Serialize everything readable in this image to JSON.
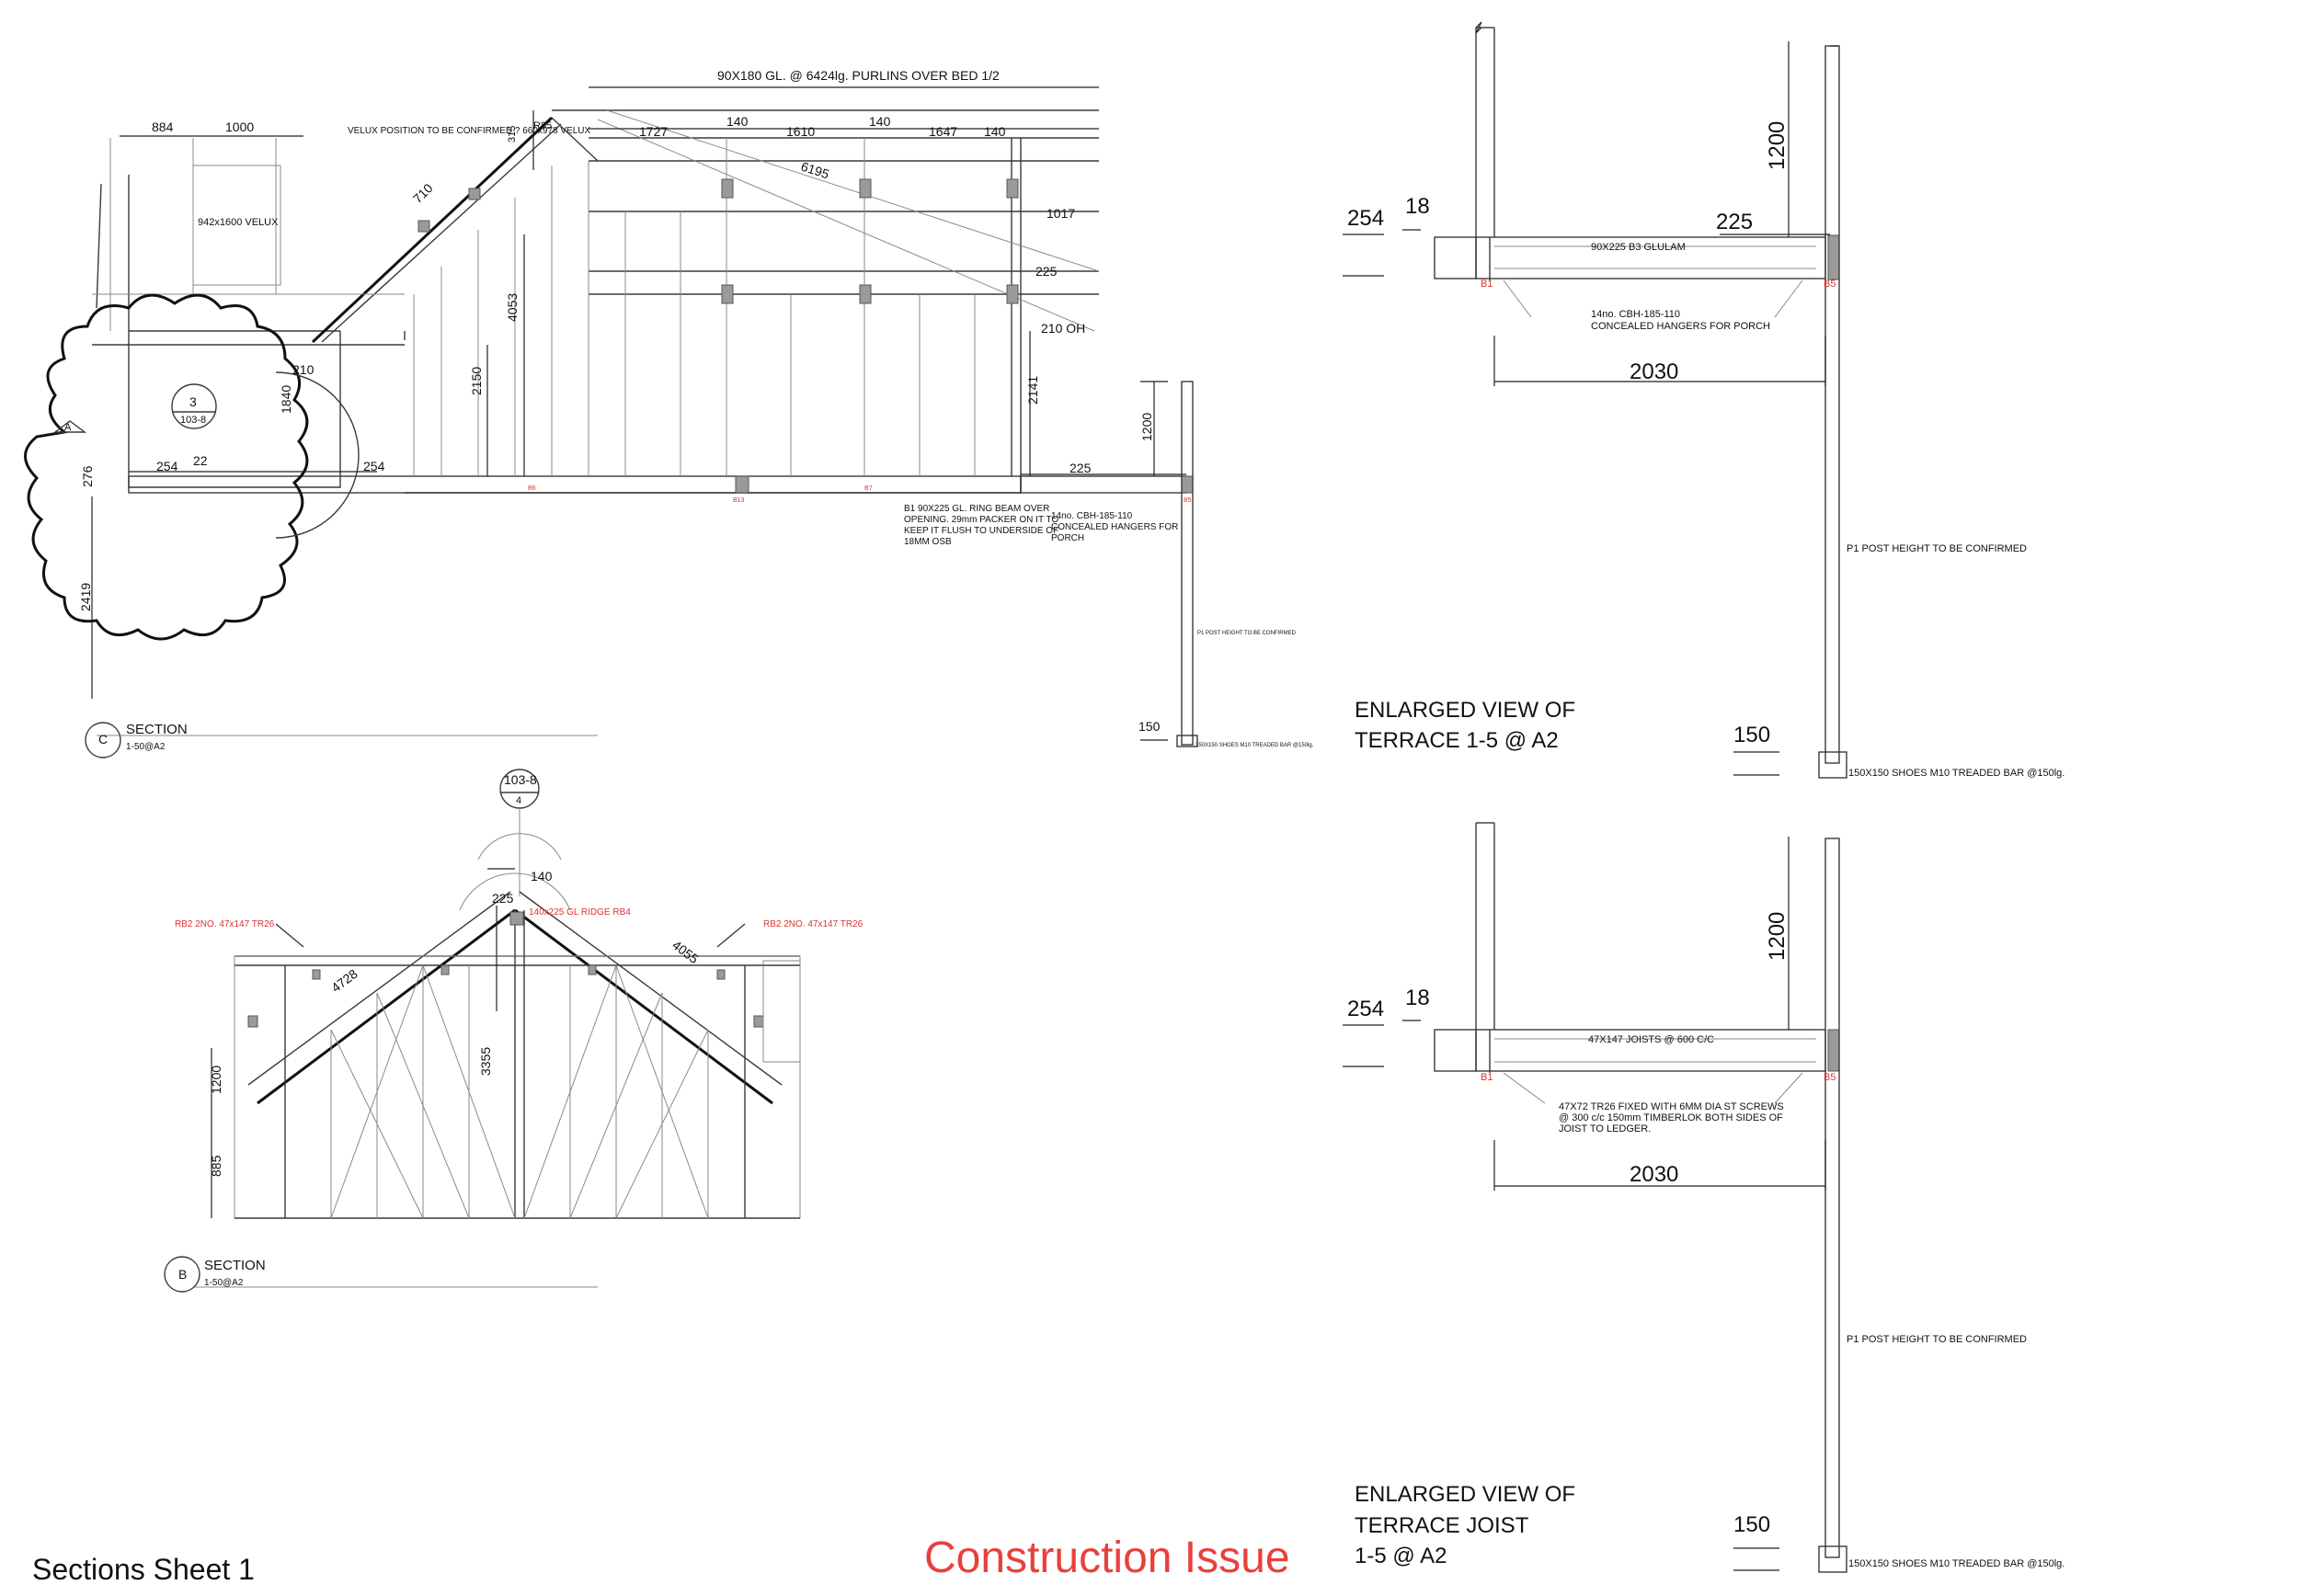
{
  "sheet": {
    "title": "Sections Sheet 1",
    "stamp": "Construction Issue",
    "stamp_color": "#e8403c"
  },
  "section_c": {
    "title": "SECTION",
    "marker": "C",
    "scale": "1-50@A2",
    "purlin_note": "90X180 GL. @ 6424lg. PURLINS OVER BED 1/2",
    "velux_note": "VELUX POSITION TO BE CONFIRMED ? 660x978 VELUX",
    "velux_label": "942x1600 VELUX",
    "ring_beam_note": "B1 90X225 GL. RING BEAM OVER OPENING. 29mm PACKER ON IT TO KEEP IT FLUSH TO UNDERSIDE OF 18MM OSB",
    "hangers_note": "14no. CBH-185-110 CONCEALED HANGERS FOR PORCH",
    "post_note": "P1 POST HEIGHT TO BE CONFIRMED",
    "shoe_note": "150X150 SHOES M10 TREADED BAR @150lg.",
    "callout_top": "3",
    "callout_bottom": "103-8",
    "grid_marker": "A",
    "beam_tags": [
      "B6",
      "B13",
      "B7",
      "B5"
    ],
    "dims": {
      "d884": "884",
      "d1000": "1000",
      "d315": "315",
      "r85": "R85",
      "d140a": "140",
      "d140b": "140",
      "d140c": "140",
      "d1727": "1727",
      "d1610": "1610",
      "d1647": "1647",
      "d6195": "6195",
      "d1017": "1017",
      "d225a": "225",
      "d210oh": "210 OH",
      "d710": "710",
      "d4053": "4053",
      "d2150": "2150",
      "d2141": "2141",
      "d210": "210",
      "d1840": "1840",
      "d276": "276",
      "d254a": "254",
      "d22": "22",
      "d254b": "254",
      "d2419": "2419",
      "d1200": "1200",
      "d225b": "225",
      "d150": "150"
    }
  },
  "section_b": {
    "title": "SECTION",
    "marker": "B",
    "scale": "1-50@A2",
    "callout_top": "103-8",
    "callout_bottom": "4",
    "ridge_note": "140x225 GL RIDGE RB4",
    "rafter_left": "RB2 2NO. 47x147 TR26",
    "rafter_right": "RB2 2NO. 47x147 TR26",
    "dims": {
      "d140": "140",
      "d225": "225",
      "d4728": "4728",
      "d4055": "4055",
      "d3355": "3355",
      "d1200": "1200",
      "d885": "885"
    }
  },
  "terrace": {
    "title_line1": "ENLARGED VIEW OF",
    "title_line2": "TERRACE  1-5 @ A2",
    "beam_note": "90X225 B3 GLULAM",
    "hanger_note_1": "14no. CBH-185-110",
    "hanger_note_2": "CONCEALED HANGERS FOR PORCH",
    "post_note": "P1 POST HEIGHT TO BE CONFIRMED",
    "shoe_note": "150X150 SHOES M10 TREADED BAR @150lg.",
    "tag_left": "B1",
    "tag_right": "B5",
    "d254": "254",
    "d18": "18",
    "d225": "225",
    "d1200": "1200",
    "d2030": "2030",
    "d150": "150"
  },
  "terrace_joist": {
    "title_line1": "ENLARGED VIEW OF",
    "title_line2": "TERRACE  JOIST",
    "title_line3": "1-5 @ A2",
    "joist_note": "47X147 JOISTS @ 600 C/C",
    "fix_note_1": "47X72 TR26 FIXED WITH 6MM DIA ST SCREWS",
    "fix_note_2": "@    300 c/c 150mm TIMBERLOK BOTH SIDES OF",
    "fix_note_3": "JOIST TO LEDGER.",
    "post_note": "P1 POST HEIGHT TO BE CONFIRMED",
    "shoe_note": "150X150 SHOES M10 TREADED BAR @150lg.",
    "tag_left": "B1",
    "tag_right": "B5",
    "d254": "254",
    "d18": "18",
    "d1200": "1200",
    "d2030": "2030",
    "d150": "150"
  }
}
